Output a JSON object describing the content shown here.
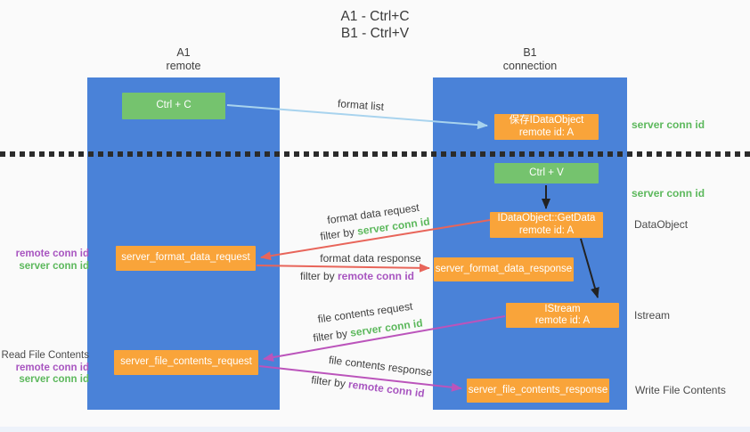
{
  "title": {
    "line1": "A1 - Ctrl+C",
    "line2": "B1 - Ctrl+V"
  },
  "lanes": {
    "left": {
      "name": "A1",
      "subtitle": "remote"
    },
    "right": {
      "name": "B1",
      "subtitle": "connection"
    }
  },
  "nodes": {
    "ctrl_c": {
      "label": "Ctrl + C"
    },
    "ctrl_v": {
      "label": "Ctrl + V"
    },
    "save_idataobject": {
      "line1": "保存IDataObject",
      "line2": "remote id: A"
    },
    "getdata": {
      "line1": "IDataObject::GetData",
      "line2": "remote id: A"
    },
    "istream": {
      "line1": "IStream",
      "line2": "remote id: A"
    },
    "format_request": {
      "label": "server_format_data_request"
    },
    "format_response": {
      "label": "server_format_data_response"
    },
    "file_request": {
      "label": "server_file_contents_request"
    },
    "file_response": {
      "label": "server_file_contents_response"
    }
  },
  "edge_labels": {
    "format_list": "format list",
    "format_data_request": "format data request",
    "format_data_response": "format data response",
    "file_contents_request": "file contents request",
    "file_contents_response": "file contents response",
    "filter_by": "filter by ",
    "server_conn_id": "server conn id",
    "remote_conn_id": "remote conn id"
  },
  "annotations": {
    "right_server_conn_top": "server conn id",
    "right_server_conn_mid": "server conn id",
    "dataobject": "DataObject",
    "istream": "Istream",
    "write_file_contents": "Write File Contents",
    "left_remote_conn_mid": "remote conn id",
    "left_server_conn_mid": "server conn id",
    "read_file_contents": "Read File Contents",
    "left_remote_conn_bottom": "remote conn id",
    "left_server_conn_bottom": "server conn id"
  },
  "colors": {
    "lane_blue": "#4a82d8",
    "box_green": "#75c36e",
    "box_orange": "#f9a43a",
    "arrow_lightblue": "#a8d3ee",
    "arrow_black": "#222222",
    "arrow_red": "#e8655a",
    "arrow_magenta": "#bb54bb",
    "text_green": "#5cb85c",
    "text_purple": "#a855c0",
    "text_dark": "#3f3f3f",
    "background": "#fafafa"
  }
}
